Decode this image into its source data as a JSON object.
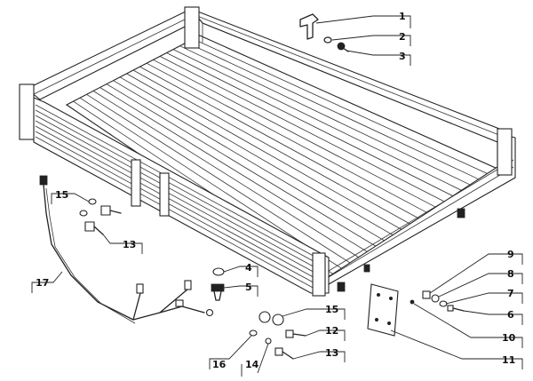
{
  "diagram": {
    "callouts": [
      {
        "key": "c1",
        "label": "1"
      },
      {
        "key": "c2",
        "label": "2"
      },
      {
        "key": "c3",
        "label": "3"
      },
      {
        "key": "c4",
        "label": "4"
      },
      {
        "key": "c5",
        "label": "5"
      },
      {
        "key": "c6",
        "label": "6"
      },
      {
        "key": "c7",
        "label": "7"
      },
      {
        "key": "c8",
        "label": "8"
      },
      {
        "key": "c9",
        "label": "9"
      },
      {
        "key": "c10",
        "label": "10"
      },
      {
        "key": "c11",
        "label": "11"
      },
      {
        "key": "c12",
        "label": "12"
      },
      {
        "key": "c13a",
        "label": "13"
      },
      {
        "key": "c13b",
        "label": "13"
      },
      {
        "key": "c14",
        "label": "14"
      },
      {
        "key": "c15a",
        "label": "15"
      },
      {
        "key": "c15b",
        "label": "15"
      },
      {
        "key": "c16",
        "label": "16"
      },
      {
        "key": "c17",
        "label": "17"
      }
    ]
  }
}
